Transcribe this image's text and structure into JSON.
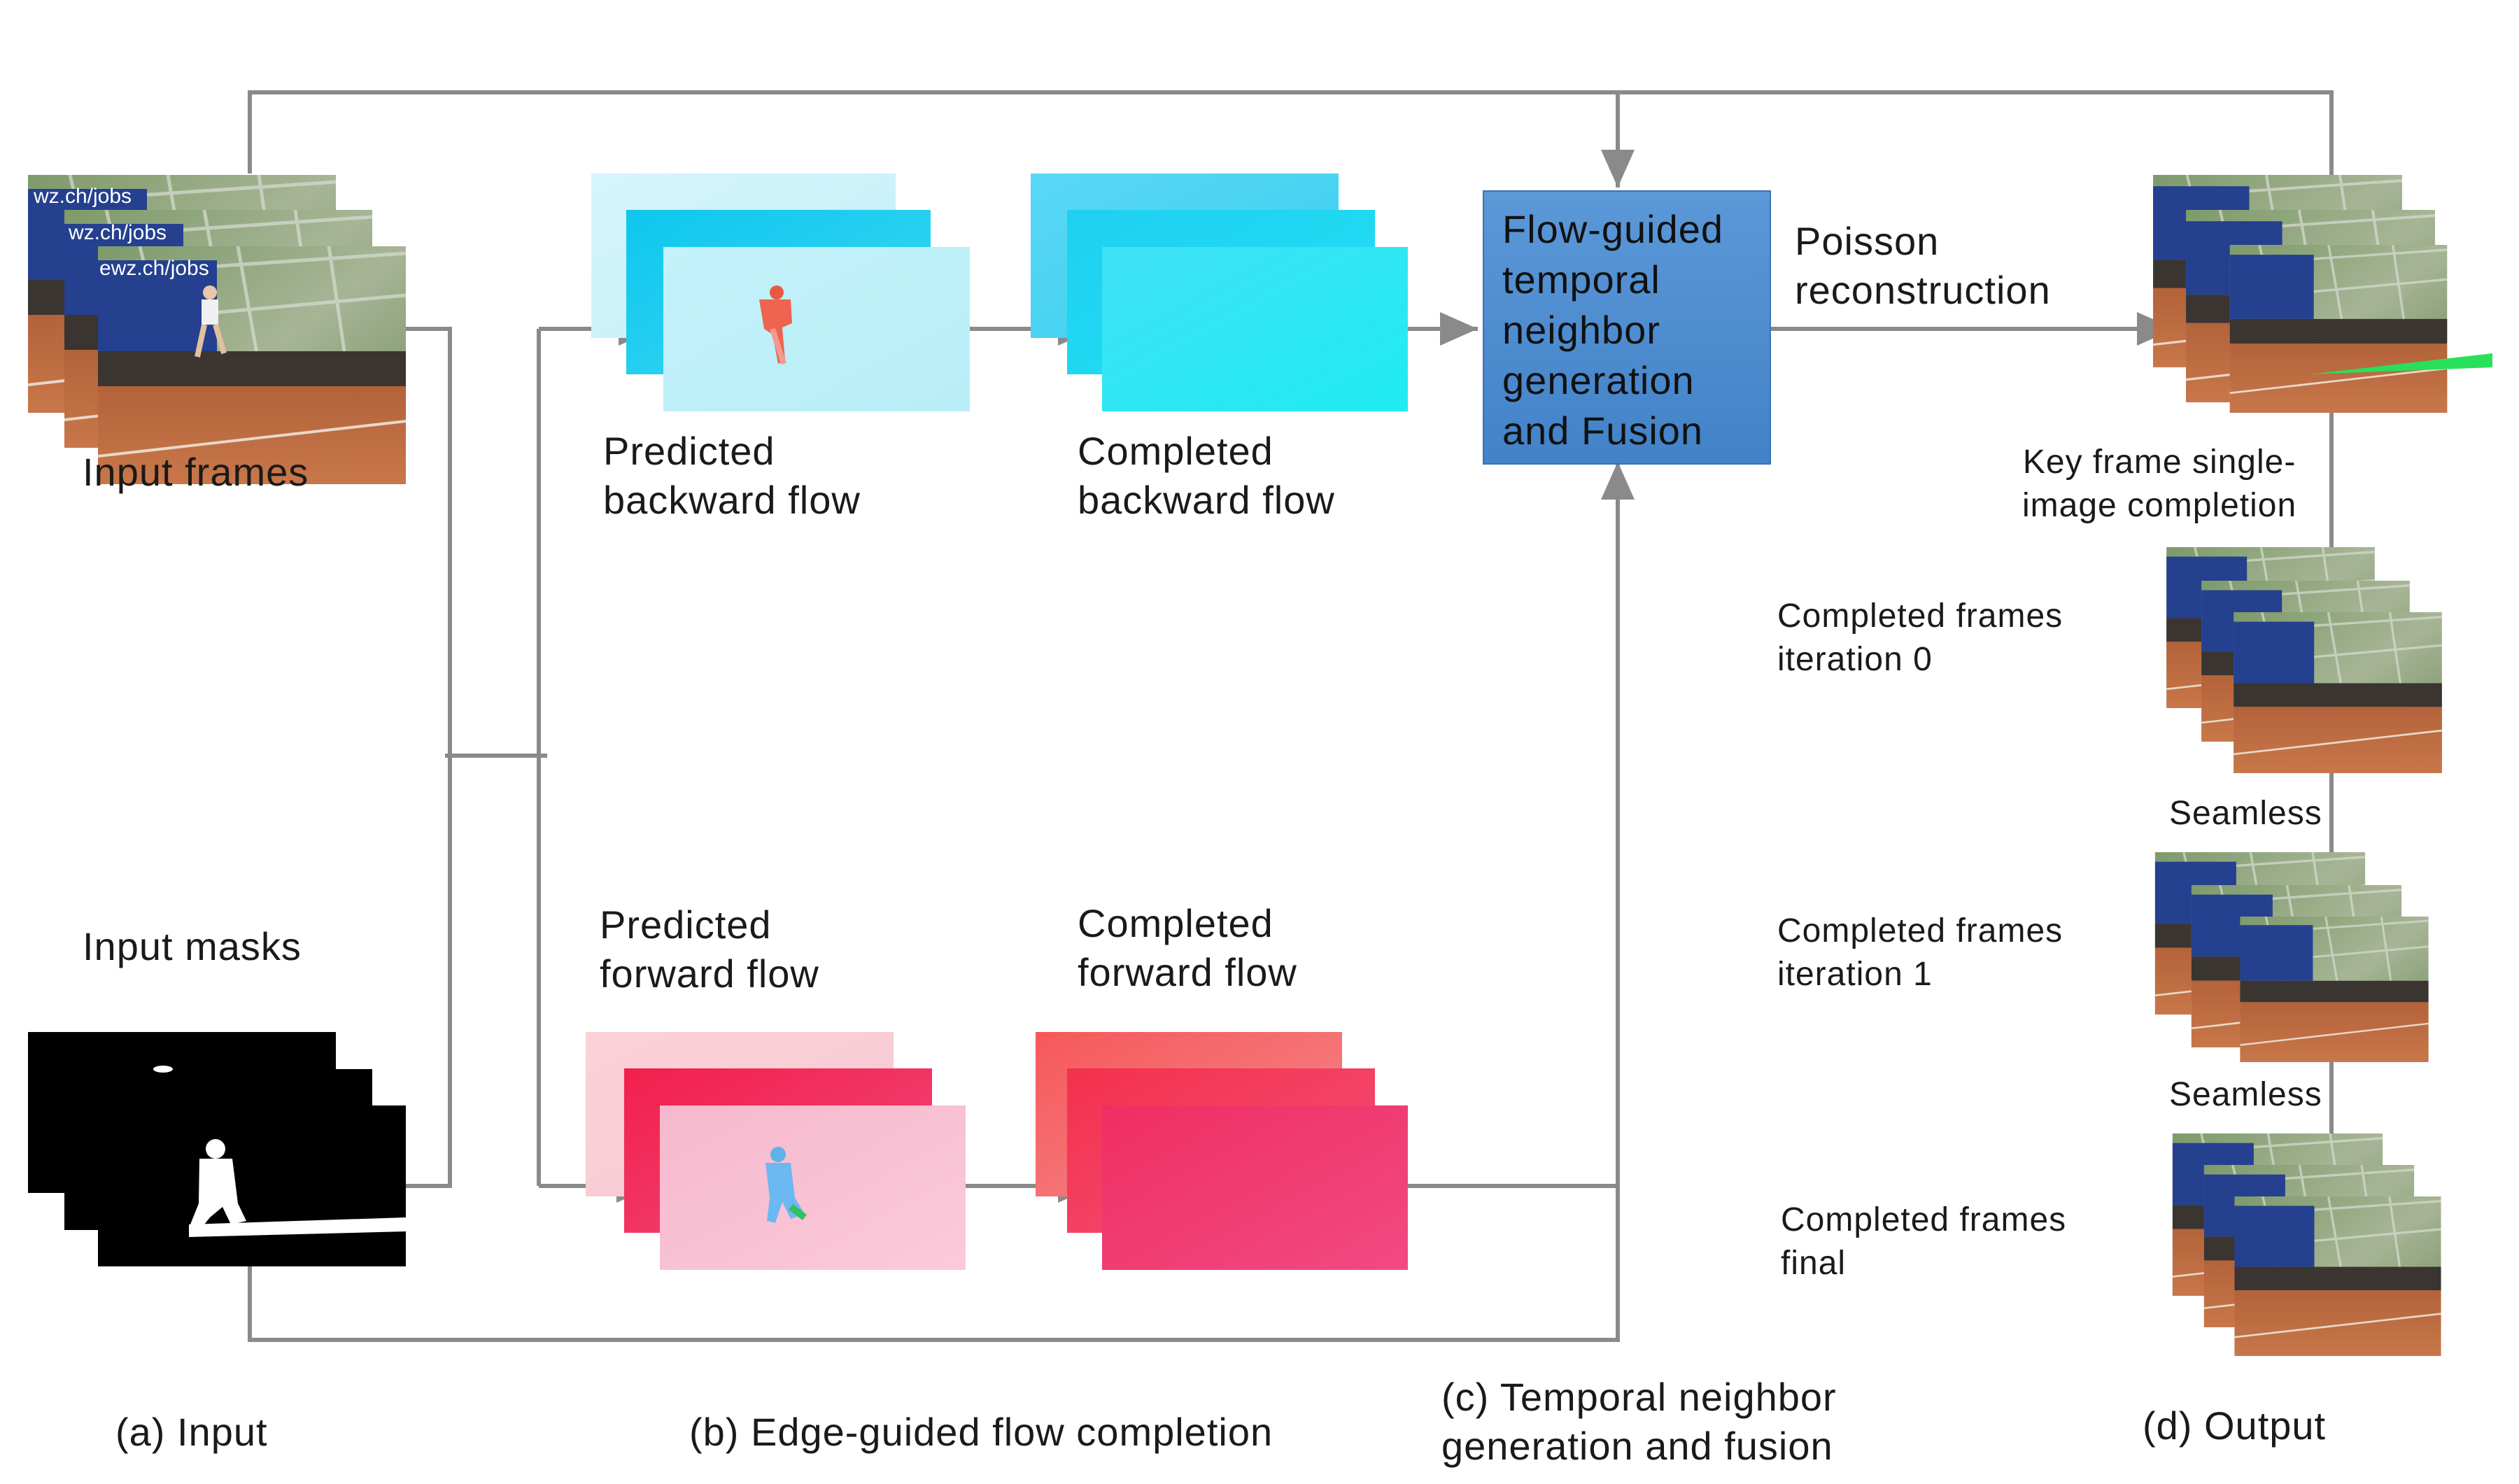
{
  "labels": {
    "input_frames": "Input frames",
    "input_masks": "Input masks",
    "predicted_backward_flow": "Predicted\nbackward flow",
    "completed_backward_flow": "Completed\nbackward flow",
    "predicted_forward_flow": "Predicted\nforward flow",
    "completed_forward_flow": "Completed\nforward flow",
    "fusion_module": "Flow-guided\ntemporal\nneighbor\ngeneration\nand Fusion",
    "poisson_reconstruction": "Poisson\nreconstruction",
    "key_frame_completion": "Key frame single-\nimage completion",
    "completed_iter0": "Completed frames\niteration 0",
    "completed_iter1": "Completed frames\niteration 1",
    "completed_final": "Completed frames\nfinal",
    "seamless_1": "Seamless",
    "seamless_2": "Seamless"
  },
  "frame_text": {
    "banner_1": "wz.ch/jobs",
    "banner_2": "wz.ch/jobs",
    "banner_3": "ewz.ch/jobs"
  },
  "captions": {
    "a": "(a) Input",
    "b": "(b) Edge-guided flow completion",
    "c": "(c) Temporal neighbor\ngeneration and fusion",
    "d": "(d) Output"
  },
  "colors": {
    "connector": "#8a8a8a",
    "fusion_box": "#4a8bd0",
    "backward_flow": "#29d3f0",
    "forward_flow": "#f0306a"
  }
}
